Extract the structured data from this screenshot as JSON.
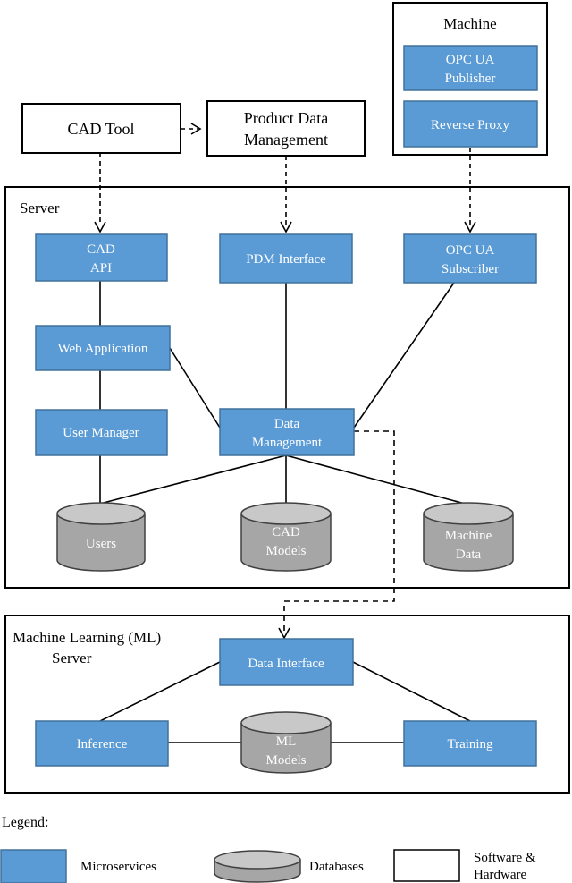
{
  "colors": {
    "microservice_fill": "#5B9BD5",
    "microservice_stroke": "#41719C",
    "database_fill": "#A6A6A6",
    "database_top": "#C8C8C8",
    "database_stroke": "#404040",
    "line": "#000000"
  },
  "containers": {
    "machine": {
      "label": "Machine"
    },
    "server": {
      "label": "Server"
    },
    "ml_server": {
      "label_line1": "Machine Learning (ML)",
      "label_line2": "Server"
    }
  },
  "external": {
    "cad_tool": "CAD Tool",
    "pdm_line1": "Product Data",
    "pdm_line2": "Management"
  },
  "machine": {
    "publisher_line1": "OPC UA",
    "publisher_line2": "Publisher",
    "reverse_proxy": "Reverse Proxy"
  },
  "server": {
    "cad_api_line1": "CAD",
    "cad_api_line2": "API",
    "pdm_interface": "PDM Interface",
    "subscriber_line1": "OPC UA",
    "subscriber_line2": "Subscriber",
    "web_app": "Web Application",
    "user_manager": "User Manager",
    "data_mgmt_line1": "Data",
    "data_mgmt_line2": "Management",
    "db_users": "Users",
    "db_cad_line1": "CAD",
    "db_cad_line2": "Models",
    "db_machine_line1": "Machine",
    "db_machine_line2": "Data"
  },
  "ml": {
    "data_interface": "Data Interface",
    "inference": "Inference",
    "training": "Training",
    "db_ml_line1": "ML",
    "db_ml_line2": "Models"
  },
  "legend": {
    "title": "Legend:",
    "microservices": "Microservices",
    "databases": "Databases",
    "sw_hw_line1": "Software &",
    "sw_hw_line2": "Hardware"
  }
}
